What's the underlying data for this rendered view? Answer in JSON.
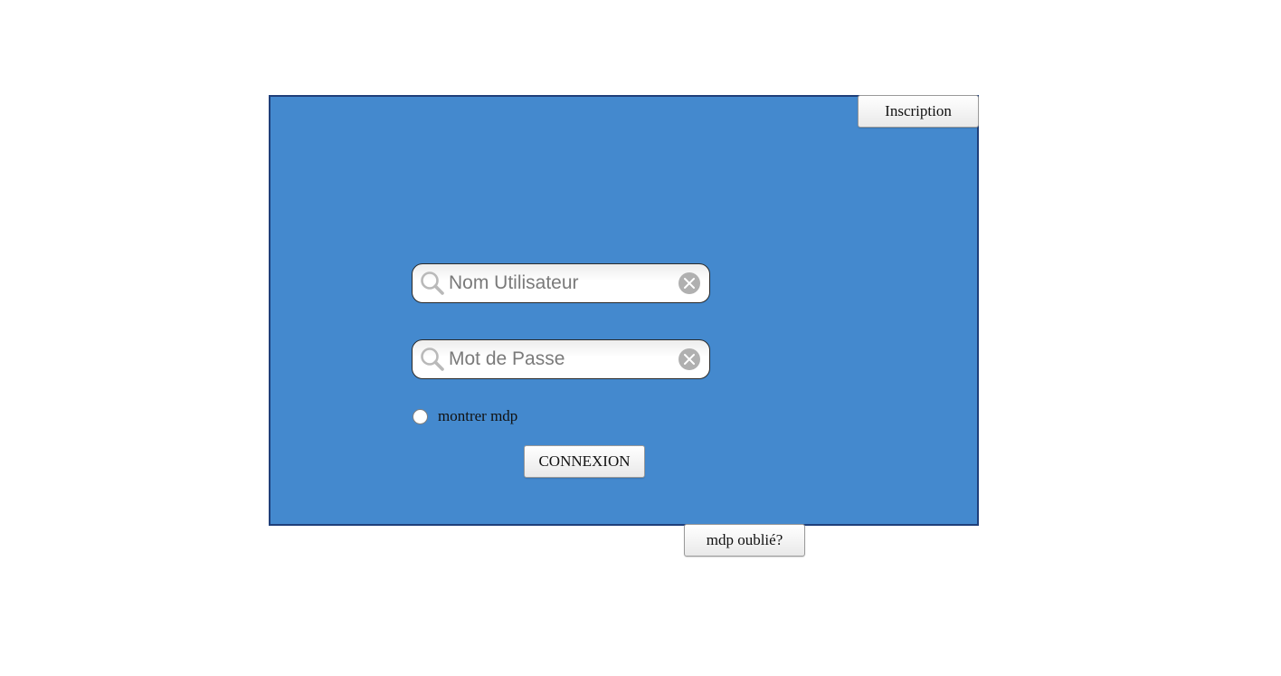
{
  "header": {
    "signup_label": "Inscription"
  },
  "login_form": {
    "username_field": {
      "placeholder": "Nom Utilisateur",
      "search_icon": "search-icon",
      "clear_icon": "clear-icon"
    },
    "password_field": {
      "placeholder": "Mot de Passe",
      "search_icon": "search-icon",
      "clear_icon": "clear-icon"
    },
    "show_password_label": "montrer mdp",
    "show_password_checked": false,
    "submit_label": "CONNEXION"
  },
  "footer": {
    "forgot_password_label": "mdp oublié?"
  },
  "colors": {
    "panel_background": "#4489ce",
    "panel_border": "#1f3f7a",
    "page_background": "#ffffff"
  }
}
